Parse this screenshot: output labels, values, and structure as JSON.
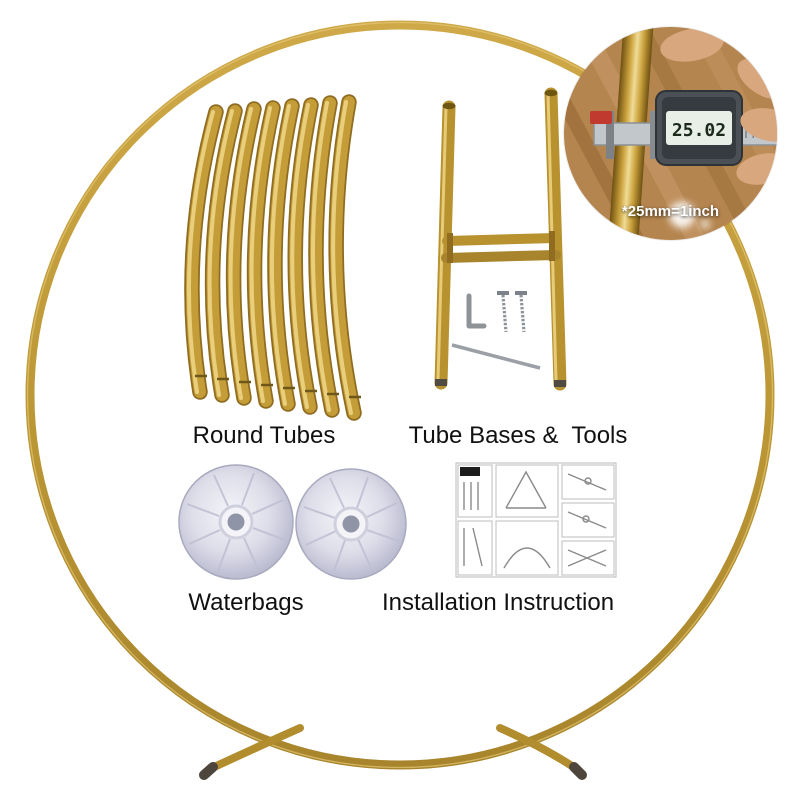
{
  "labels": {
    "round_tubes": "Round Tubes",
    "tube_bases_tools": "Tube Bases &  Tools",
    "waterbags": "Waterbags",
    "installation_instruction": "Installation Instruction"
  },
  "inset": {
    "note": "*25mm=1inch",
    "caliper_reading": "25.02"
  },
  "colors": {
    "gold": "#bd9836",
    "gold_light": "#eed584",
    "gold_dark": "#8f6c20",
    "waterbag": "#d9d9e6",
    "wood": "#b5854f",
    "caliper_red": "#c03a30",
    "label_text": "#111111",
    "note_text": "#ffffff",
    "background": "#ffffff"
  }
}
